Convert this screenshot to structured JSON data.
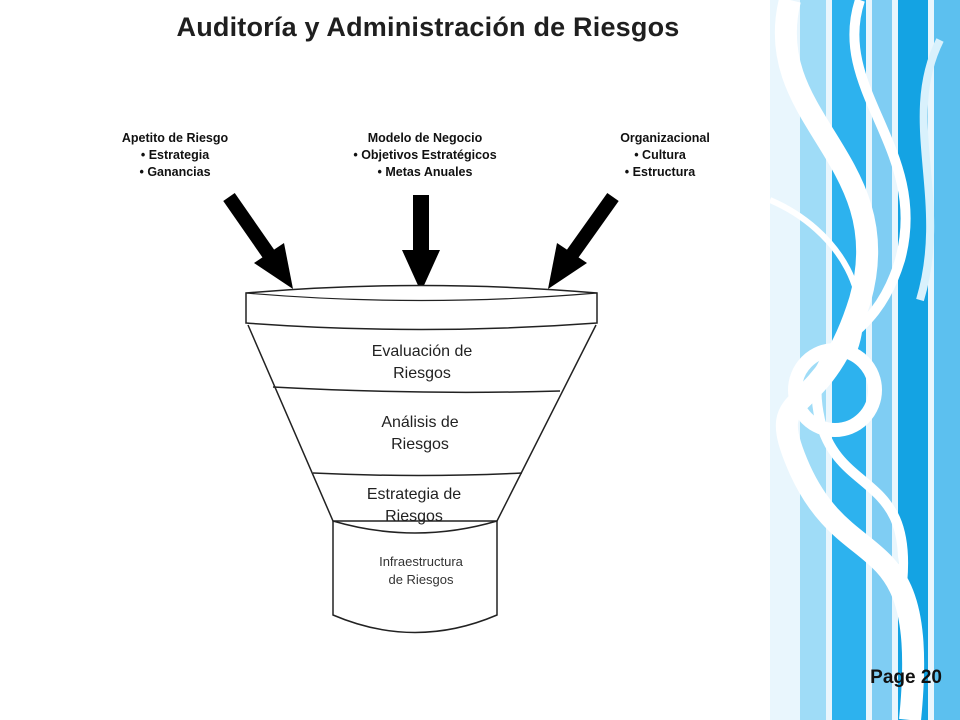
{
  "title": "Auditoría y Administración de Riesgos",
  "inputs": [
    {
      "heading": "Apetito de Riesgo",
      "bullets": [
        "Estrategia",
        "Ganancias"
      ]
    },
    {
      "heading": "Modelo de Negocio",
      "bullets": [
        "Objetivos Estratégicos",
        "Metas Anuales"
      ]
    },
    {
      "heading": "Organizacional",
      "bullets": [
        "Cultura",
        "Estructura"
      ]
    }
  ],
  "funnel_stages": [
    {
      "line1": "Evaluación de",
      "line2": "Riesgos"
    },
    {
      "line1": "Análisis de",
      "line2": "Riesgos"
    },
    {
      "line1": "Estrategia de",
      "line2": "Riesgos"
    }
  ],
  "base": {
    "line1": "Infraestructura",
    "line2": "de Riesgos"
  },
  "page_label": "Page 20",
  "colors": {
    "accent_blue": "#1aa7e6",
    "light_blue": "#8ed3f5",
    "outline": "#222222"
  }
}
